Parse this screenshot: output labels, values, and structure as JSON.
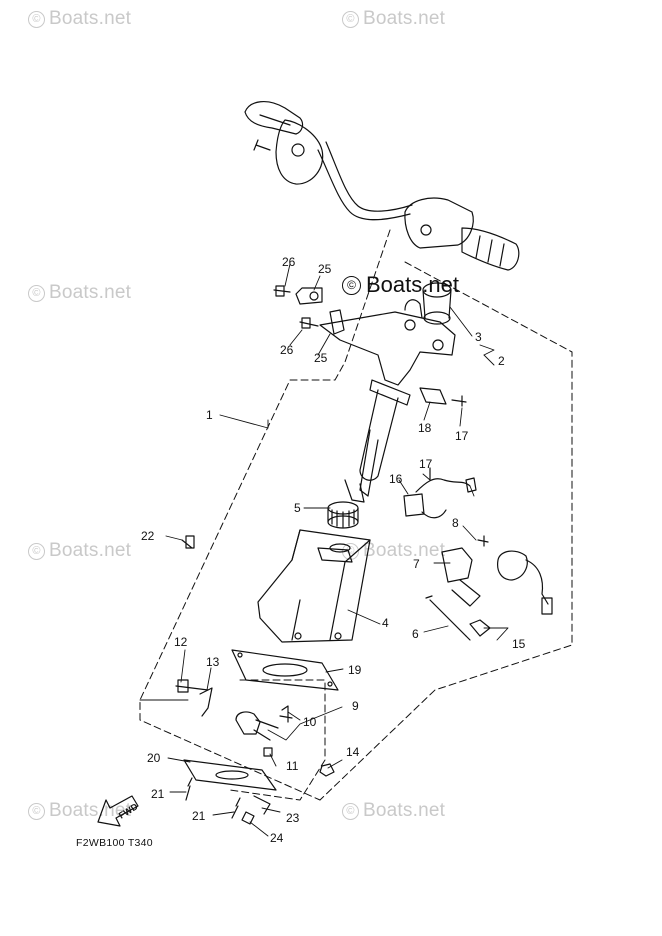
{
  "watermarks": [
    {
      "text": "Boats.net"
    },
    {
      "text": "Boats.net"
    },
    {
      "text": "Boats.net"
    },
    {
      "text": "Boats.net"
    },
    {
      "text": "Boats.net"
    },
    {
      "text": "Boats.net"
    },
    {
      "text": "Boats.net"
    }
  ],
  "copyright_symbol": "©",
  "center_watermark": "Boats.net",
  "diagram_code": "F2WB100 T340",
  "fwd_label": "FWD",
  "callouts": [
    "1",
    "2",
    "3",
    "4",
    "5",
    "6",
    "7",
    "8",
    "9",
    "10",
    "11",
    "12",
    "13",
    "14",
    "15",
    "16",
    "17",
    "17",
    "18",
    "19",
    "20",
    "21",
    "21",
    "22",
    "23",
    "24",
    "25",
    "25",
    "26",
    "26"
  ]
}
